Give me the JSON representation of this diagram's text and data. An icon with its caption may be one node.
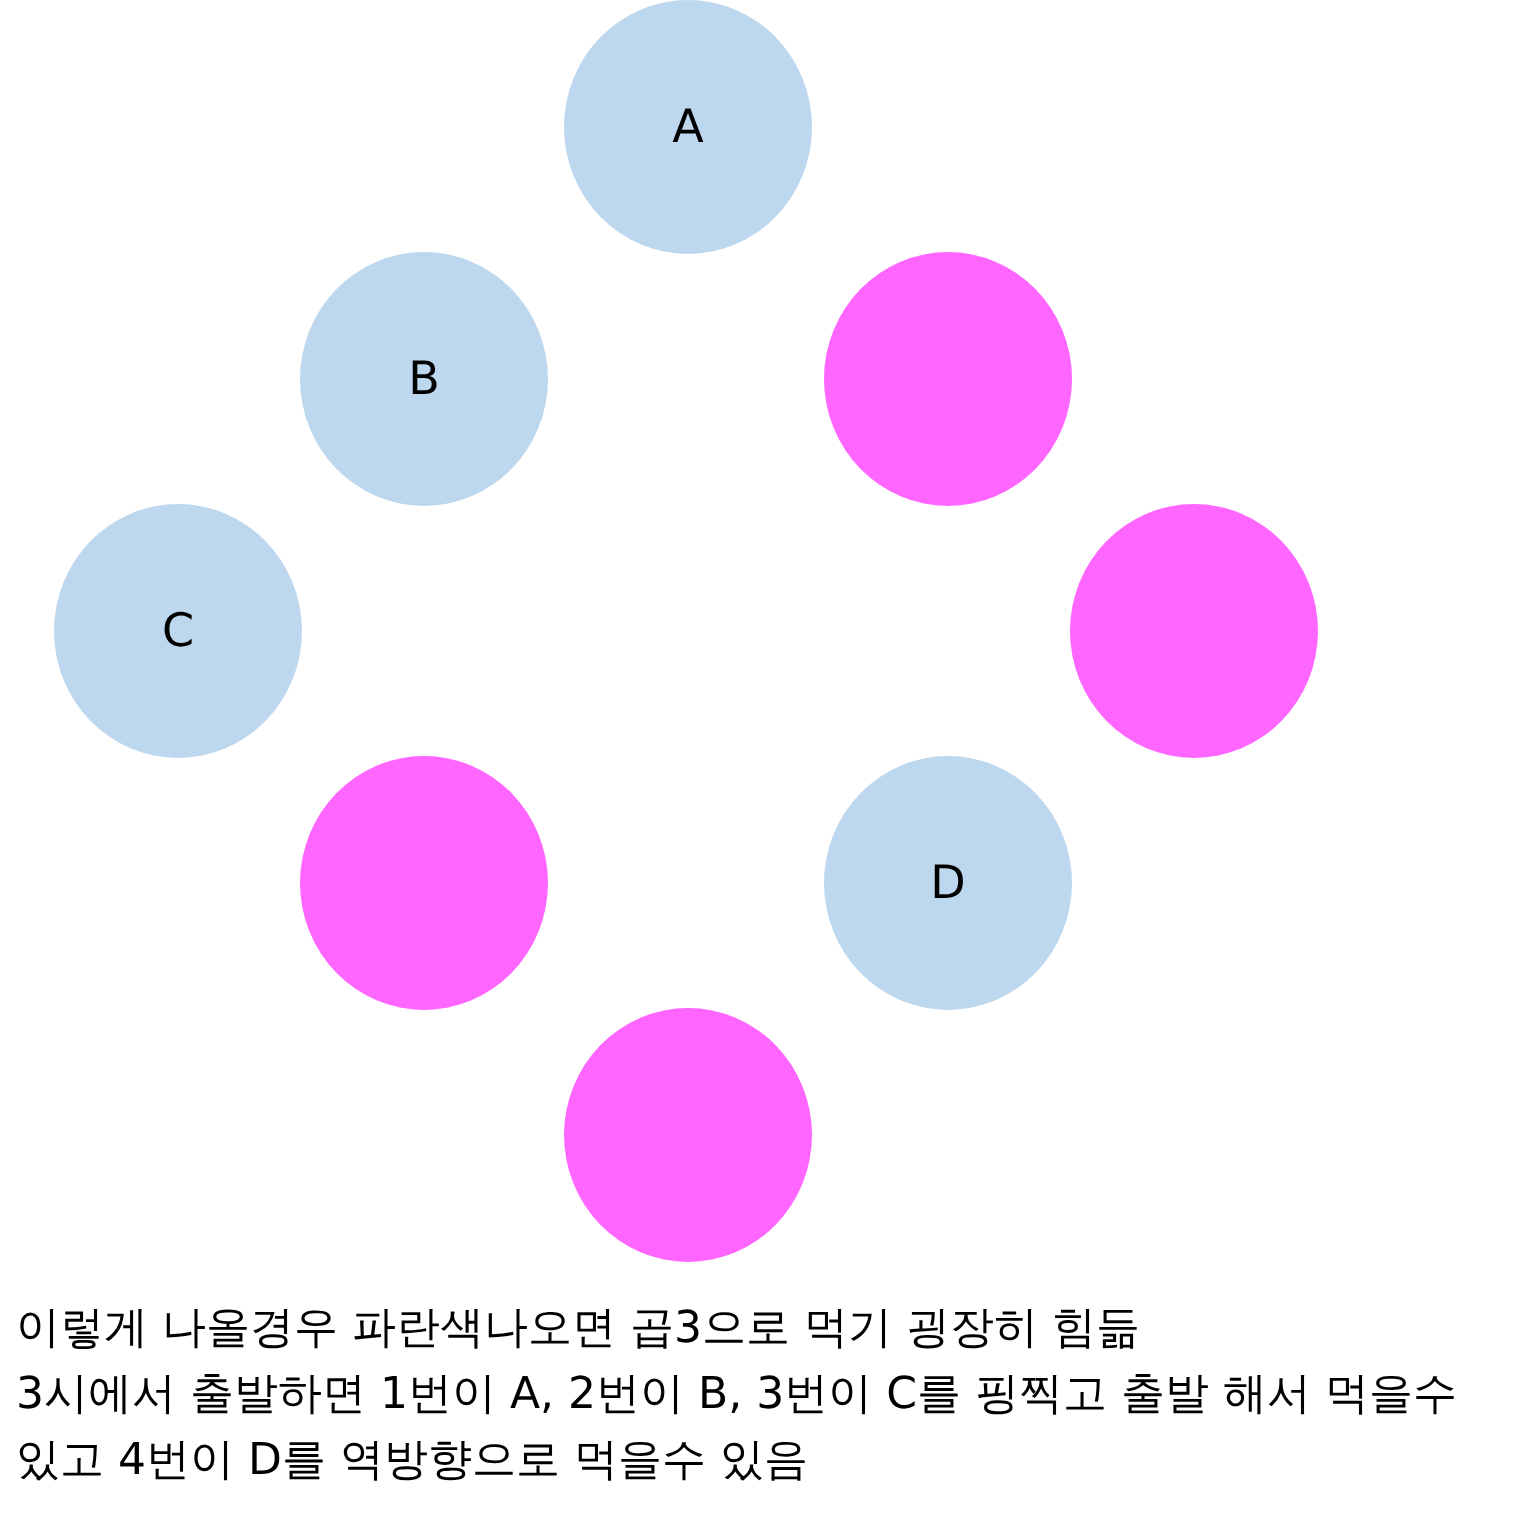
{
  "diagram": {
    "nodes": [
      {
        "text": [
          "A"
        ]
      },
      {
        "text": [
          "B"
        ]
      },
      {
        "text": [],
        "shape": "circle"
      },
      {
        "text": [
          "C"
        ]
      },
      {
        "text": [],
        "shape": "circle"
      },
      {
        "text": [],
        "shape": "circle"
      },
      {
        "text": [
          "D"
        ]
      },
      {
        "text": [],
        "shape": "circle"
      }
    ],
    "edges": [],
    "labels": [
      "이렇게 나올경우 파란색나오면 곱3으로 먹기 굉장히 힘듦",
      "3시에서 출발하면 1번이 A, 2번이 B, 3번이 C를 핑찍고 출발 해서 먹을수 있고 4번이 D를 역방향으로 먹을수 있음"
    ]
  }
}
